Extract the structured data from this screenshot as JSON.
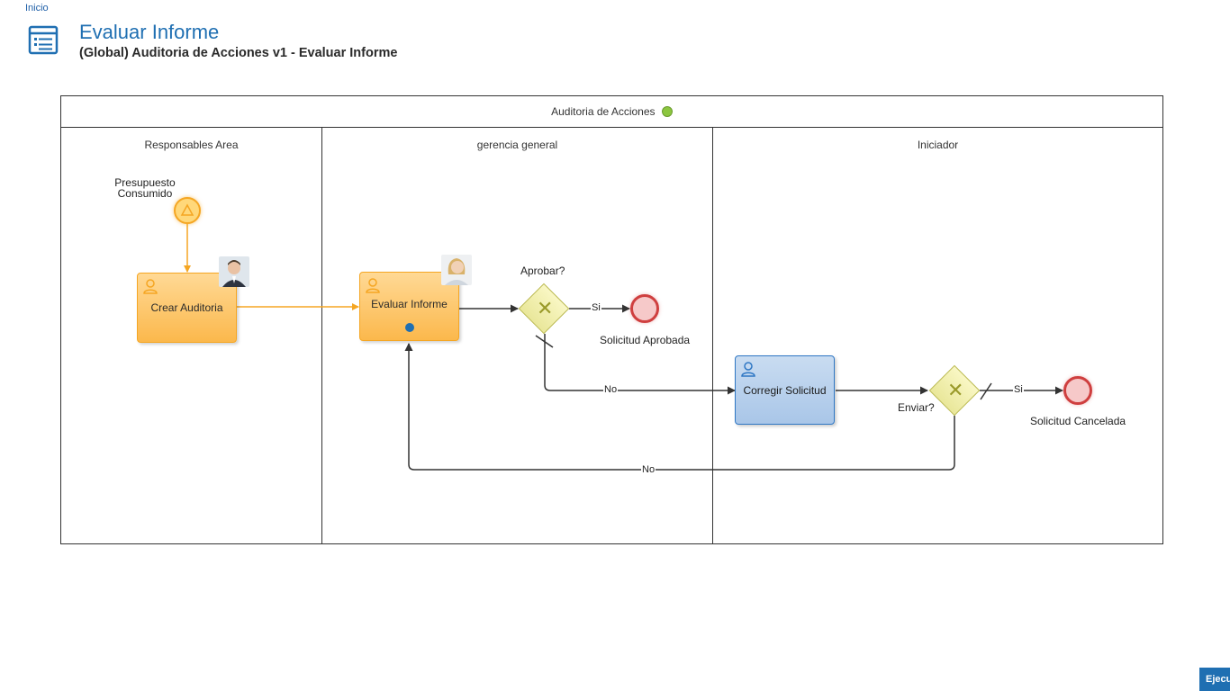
{
  "breadcrumb": {
    "home": "Inicio"
  },
  "header": {
    "icon": "form-list-icon",
    "title": "Evaluar Informe",
    "subtitle": "(Global) Auditoria de Acciones v1 - Evaluar Informe"
  },
  "diagram": {
    "pool": {
      "title": "Auditoria de Acciones",
      "status_color": "#8cc63f"
    },
    "lanes": [
      {
        "title": "Responsables Area"
      },
      {
        "title": "gerencia general"
      },
      {
        "title": "Iniciador"
      }
    ],
    "start_event": {
      "label_line1": "Presupuesto",
      "label_line2": "Consumido",
      "icon": "signal-triangle-icon"
    },
    "tasks": {
      "crear": {
        "label": "Crear Auditoria",
        "icon": "user-icon",
        "avatar": "male-user-avatar"
      },
      "evaluar": {
        "label": "Evaluar Informe",
        "icon": "user-icon",
        "avatar": "female-user-avatar",
        "current": true
      },
      "corregir": {
        "label": "Corregir Solicitud",
        "icon": "user-icon"
      }
    },
    "gateways": {
      "aprobar": {
        "label": "Aprobar?",
        "icon": "exclusive-x-icon"
      },
      "enviar": {
        "label": "Enviar?",
        "icon": "exclusive-x-icon"
      }
    },
    "end_events": {
      "aprobada": {
        "label": "Solicitud Aprobada"
      },
      "cancelada": {
        "label": "Solicitud Cancelada"
      }
    },
    "flow_labels": {
      "aprobar_si": "Si",
      "aprobar_no": "No",
      "enviar_si": "Si",
      "enviar_no": "No"
    },
    "colors": {
      "active_flow": "#f5a623",
      "flow": "#333333",
      "current_marker": "#1f6fb2"
    }
  },
  "footer": {
    "execute_button": "Ejecutar"
  }
}
